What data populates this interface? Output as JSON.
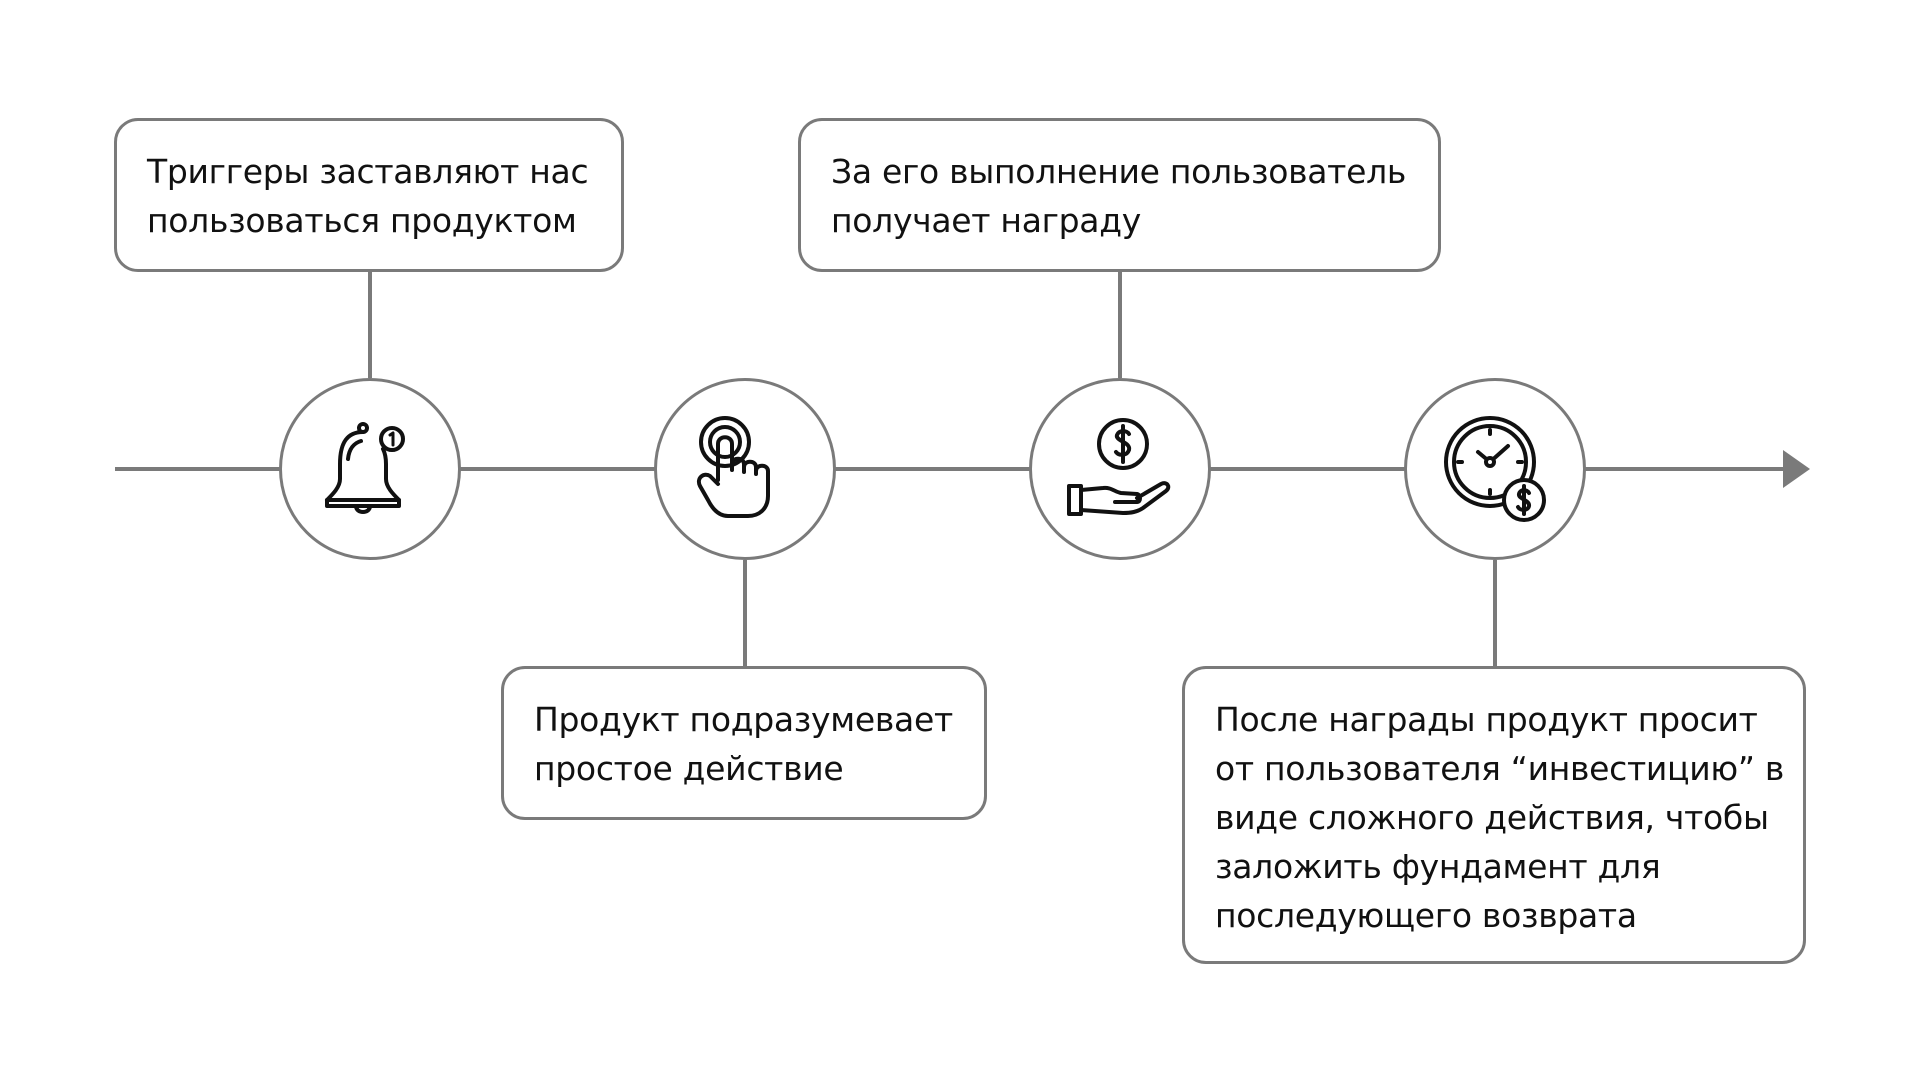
{
  "steps": [
    {
      "icon": "bell-notification-icon",
      "card_lines": [
        "Триггеры заставляют нас",
        "пользоваться продуктом"
      ]
    },
    {
      "icon": "tap-finger-icon",
      "card_lines": [
        "Продукт подразумевает",
        "простое действие"
      ]
    },
    {
      "icon": "hand-coin-icon",
      "card_lines": [
        "За его выполнение пользователь",
        "получает награду"
      ]
    },
    {
      "icon": "clock-dollar-icon",
      "card_lines": [
        "После награды продукт просит",
        "от пользователя “инвестицию” в",
        "виде сложного действия, чтобы",
        "заложить фундамент для",
        "последующего возврата"
      ]
    }
  ],
  "colors": {
    "line": "#7a7a7a",
    "icon": "#111111",
    "text": "#111111"
  }
}
